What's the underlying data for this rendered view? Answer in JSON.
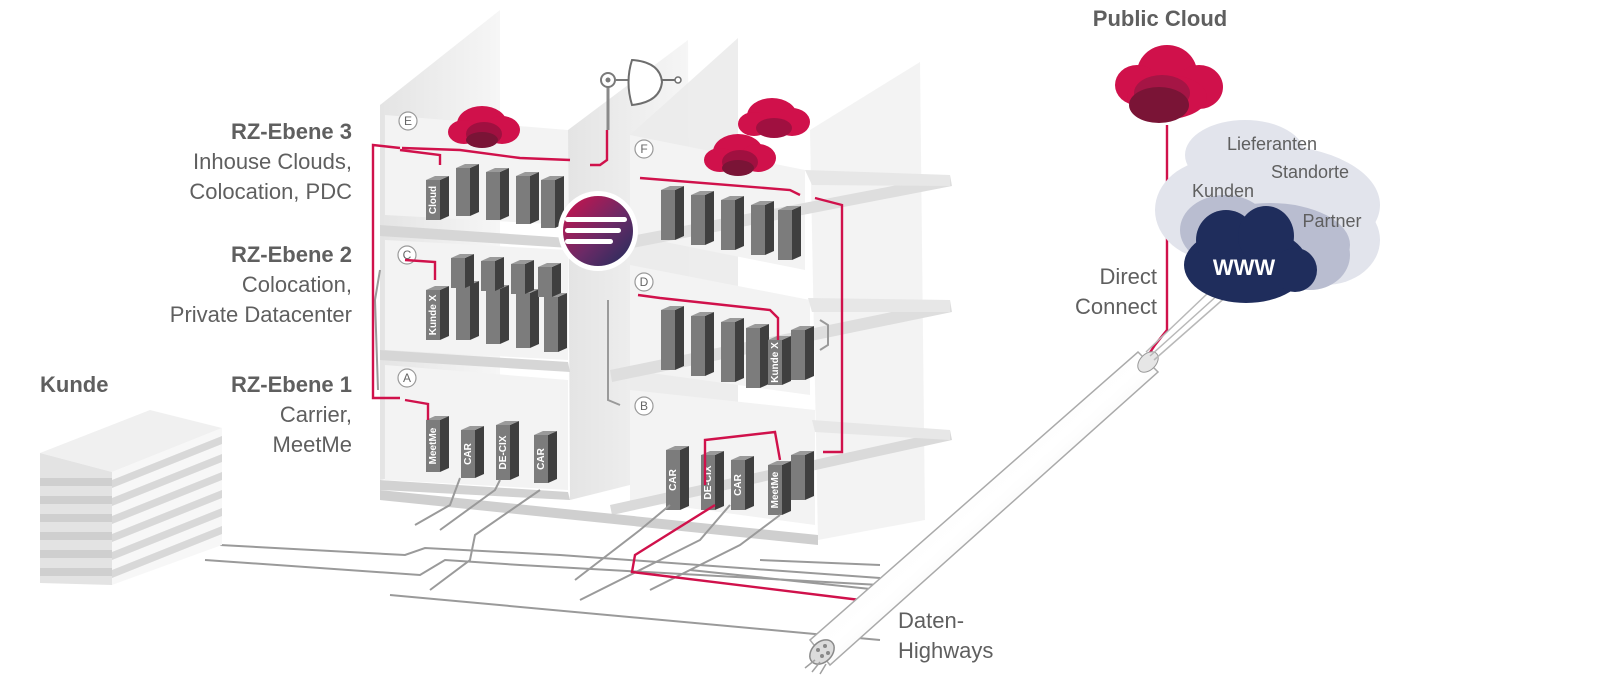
{
  "title": "Public Cloud",
  "levels": [
    {
      "name": "RZ-Ebene 3",
      "desc": [
        "Inhouse Clouds,",
        "Colocation, PDC"
      ]
    },
    {
      "name": "RZ-Ebene 2",
      "desc": [
        "Colocation,",
        "Private Datacenter"
      ]
    },
    {
      "name": "RZ-Ebene 1",
      "desc": [
        "Carrier,",
        "MeetMe"
      ]
    }
  ],
  "customer": "Kunde",
  "direct_connect": [
    "Direct",
    "Connect"
  ],
  "highways": [
    "Daten-",
    "Highways"
  ],
  "web_cloud": {
    "www": "WWW",
    "labels": [
      "Lieferanten",
      "Standorte",
      "Kunden",
      "Partner"
    ]
  },
  "room_letters": [
    "E",
    "F",
    "C",
    "D",
    "A",
    "B"
  ],
  "rack_labels": {
    "cloud": "Cloud",
    "kunde_x": "Kunde X",
    "meetme": "MeetMe",
    "car": "CAR",
    "decix": "DE-CIX"
  },
  "colors": {
    "accent": "#d0114b",
    "cloud_dark": "#7a1436",
    "navy": "#1f2d5c",
    "cloud_light": "#d7d9e3",
    "cloud_mid": "#b7bbcc",
    "grey_line": "#9a9a9a"
  }
}
